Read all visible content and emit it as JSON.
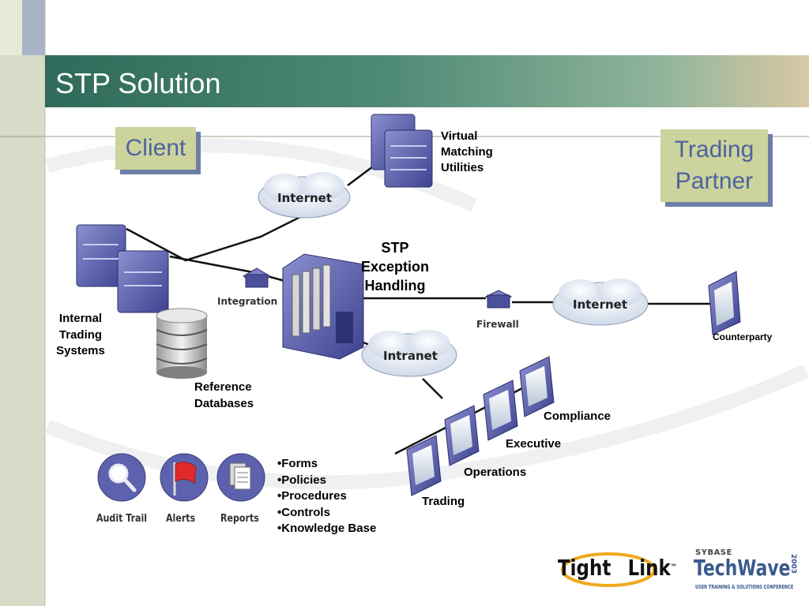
{
  "slide": {
    "title": "STP Solution",
    "boxes": {
      "client": "Client",
      "trading_partner": [
        "Trading",
        "Partner"
      ]
    }
  },
  "diagram": {
    "labels": {
      "virtual_matching": [
        "Virtual",
        "Matching",
        "Utilities"
      ],
      "stp_exception": [
        "STP",
        "Exception",
        "Handling"
      ],
      "internal_systems": [
        "Internal",
        "Trading",
        "Systems"
      ],
      "reference_databases": [
        "Reference",
        "Databases"
      ],
      "counterparty": "Counterparty",
      "compliance": "Compliance",
      "executive": "Executive",
      "operations": "Operations",
      "trading": "Trading"
    },
    "clouds": {
      "internet_top": "Internet",
      "internet_right": "Internet",
      "intranet": "Intranet"
    },
    "device_labels": {
      "integration": "Integration",
      "firewall": "Firewall"
    }
  },
  "tools": [
    {
      "label": "Audit Trail",
      "icon": "magnifier-icon"
    },
    {
      "label": "Alerts",
      "icon": "flag-icon"
    },
    {
      "label": "Reports",
      "icon": "documents-icon"
    }
  ],
  "bullets": [
    "Forms",
    "Policies",
    "Procedures",
    "Controls",
    "Knowledge Base"
  ],
  "logos": {
    "tightlink": [
      "Tight",
      "Link",
      "™"
    ],
    "sybase": "SYBASE",
    "techwave": "TechWave",
    "techwave_year": "2003",
    "techwave_tagline": "USER TRAINING & SOLUTIONS CONFERENCE"
  },
  "colors": {
    "title_band": "#3f7a66",
    "box_fill": "#cdd39c",
    "box_text": "#4b63a0",
    "device": "#5a5fa6"
  }
}
